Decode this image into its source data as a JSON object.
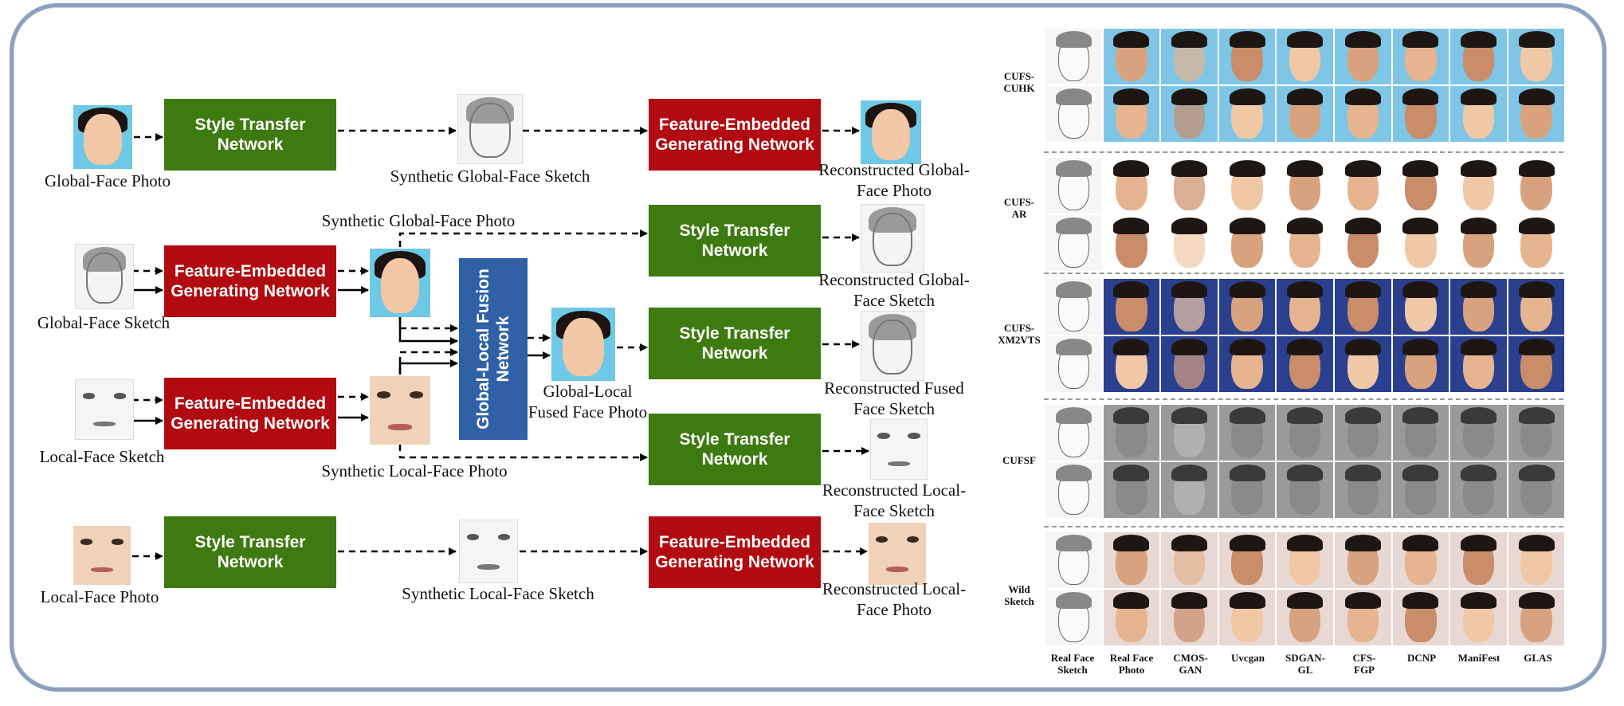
{
  "boxes": {
    "style_transfer": "Style Transfer\nNetwork",
    "feature_embedded": "Feature-Embedded\nGenerating Network",
    "global_local_fusion": "Global-Local Fusion\nNetwork"
  },
  "labels": {
    "global_face_photo": "Global-Face Photo",
    "synthetic_global_face_sketch": "Synthetic Global-Face Sketch",
    "reconstructed_global_face_photo": "Reconstructed Global-\nFace Photo",
    "synthetic_global_face_photo": "Synthetic Global-Face Photo",
    "global_face_sketch": "Global-Face Sketch",
    "reconstructed_global_face_sketch": "Reconstructed Global-\nFace Sketch",
    "global_local_fused_face_photo": "Global-Local\nFused Face Photo",
    "reconstructed_fused_face_sketch": "Reconstructed Fused\nFace Sketch",
    "local_face_sketch": "Local-Face Sketch",
    "synthetic_local_face_photo": "Synthetic Local-Face Photo",
    "reconstructed_local_face_sketch": "Reconstructed Local-\nFace Sketch",
    "local_face_photo": "Local-Face Photo",
    "synthetic_local_face_sketch": "Synthetic Local-Face Sketch",
    "reconstructed_local_face_photo": "Reconstructed Local-\nFace Photo"
  },
  "results": {
    "row_labels": [
      "CUFS-\nCUHK",
      "CUFS-\nAR",
      "CUFS-\nXM2VTS",
      "CUFSF",
      "Wild\nSketch"
    ],
    "column_labels": [
      "Real Face\nSketch",
      "Real Face\nPhoto",
      "CMOS-\nGAN",
      "Uvcgan",
      "SDGAN-\nGL",
      "CFS-\nFGP",
      "DCNP",
      "ManiFest",
      "GLAS"
    ],
    "row_backgrounds": [
      "#7fc6e6",
      "#ffffff",
      "#2b3f8f",
      "#9a9a9a",
      "#e8d8d4"
    ]
  }
}
